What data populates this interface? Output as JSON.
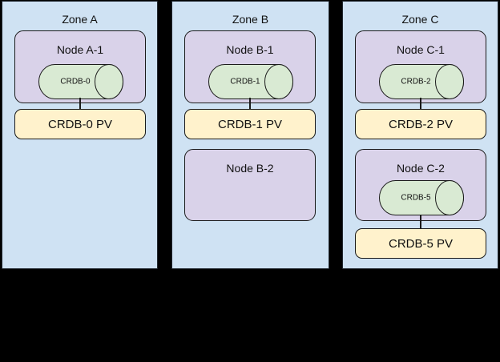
{
  "diagram": {
    "description": "Three availability zones with Kubernetes nodes, CockroachDB pods and persistent volumes",
    "colors": {
      "page_background": "#000000",
      "zone_fill": "#cfe2f3",
      "node_fill": "#d9d2e9",
      "database_fill": "#d9ead3",
      "pv_fill": "#fff2cc",
      "border": "#1a1a1a"
    }
  },
  "zones": [
    {
      "title": "Zone A",
      "nodes": [
        {
          "title": "Node A-1",
          "database": "CRDB-0"
        }
      ],
      "pvs": [
        {
          "label": "CRDB-0 PV"
        }
      ]
    },
    {
      "title": "Zone B",
      "nodes": [
        {
          "title": "Node B-1",
          "database": "CRDB-1"
        },
        {
          "title": "Node B-2"
        }
      ],
      "pvs": [
        {
          "label": "CRDB-1 PV"
        }
      ]
    },
    {
      "title": "Zone C",
      "nodes": [
        {
          "title": "Node C-1",
          "database": "CRDB-2"
        },
        {
          "title": "Node C-2",
          "database": "CRDB-5"
        }
      ],
      "pvs": [
        {
          "label": "CRDB-2 PV"
        },
        {
          "label": "CRDB-5 PV"
        }
      ]
    }
  ]
}
